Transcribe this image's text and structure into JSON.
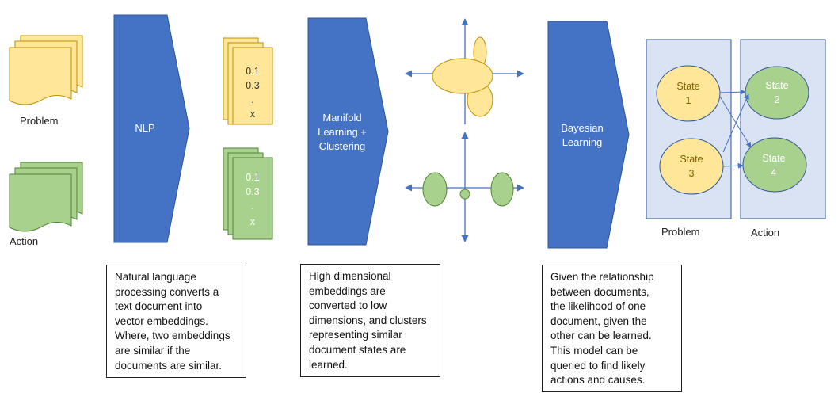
{
  "labels": {
    "problem_doc": "Problem",
    "action_doc": "Action",
    "nlp": "NLP",
    "manifold_1": "Manifold",
    "manifold_2": "Learning +",
    "manifold_3": "Clustering",
    "bayes_1": "Bayesian",
    "bayes_2": "Learning",
    "problem_panel": "Problem",
    "action_panel": "Action"
  },
  "vectors": {
    "yellow": [
      "0.1",
      "0.3",
      ".",
      "x"
    ],
    "green": [
      "0.1",
      "0.3",
      ".",
      "x"
    ]
  },
  "states": {
    "s1": [
      "State",
      "1"
    ],
    "s2": [
      "State",
      "2"
    ],
    "s3": [
      "State",
      "3"
    ],
    "s4": [
      "State",
      "4"
    ]
  },
  "notes": {
    "nlp": "Natural language\nprocessing converts a\ntext document into\nvector embeddings.\nWhere, two embeddings\nare similar if the\ndocuments are similar.",
    "manifold": "High dimensional\nembeddings are\nconverted to low\ndimensions, and clusters\nrepresenting similar\ndocument states are\nlearned.",
    "bayes": "Given the relationship\nbetween documents,\nthe likelihood of one\ndocument, given the\nother can be learned.\nThis model can be\nqueried to find likely\nactions and causes."
  },
  "colors": {
    "blue": "#4472C4",
    "yellow": "#FFE699",
    "yellow_stroke": "#BF9000",
    "green": "#A9D18E",
    "green_stroke": "#548235",
    "panel": "#DAE3F3",
    "panel_stroke": "#2F5597",
    "state_text_yellow": "#7F6000",
    "state_text_green": "#ffffff"
  }
}
